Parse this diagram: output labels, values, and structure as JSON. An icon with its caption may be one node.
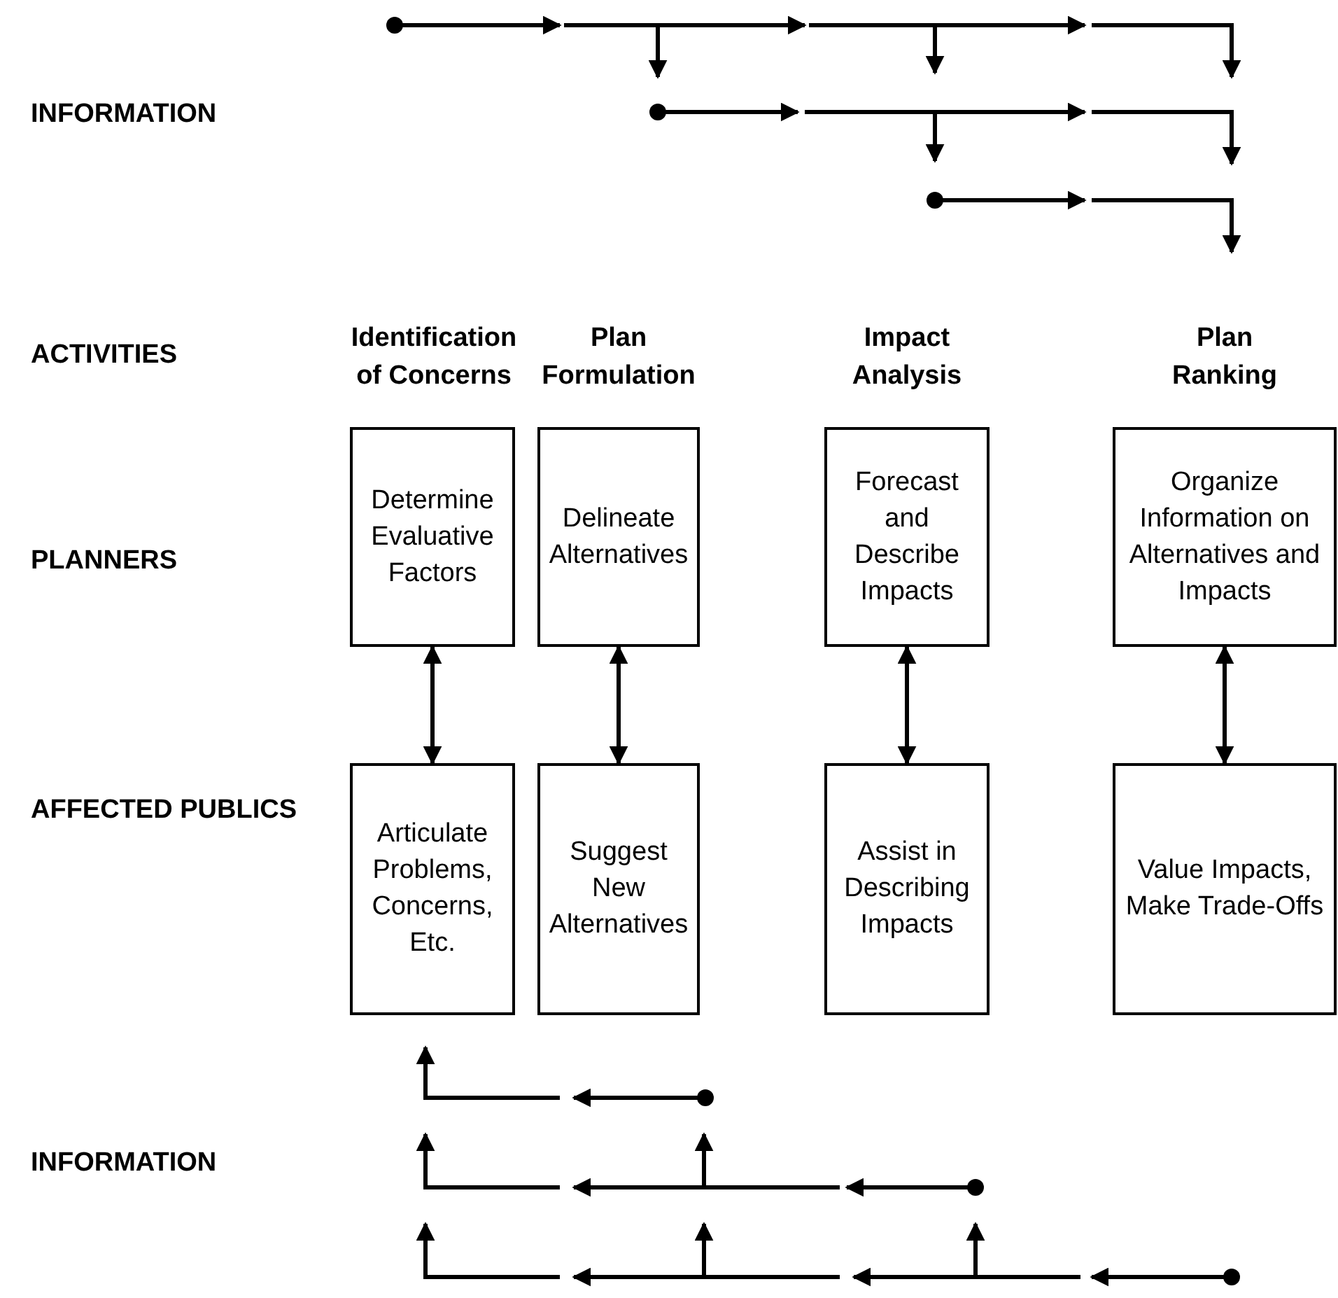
{
  "diagram": {
    "nodes": [
      {
        "text": [
          "Determine Evaluative Factors"
        ]
      },
      {
        "text": [
          "Delineate Alternatives"
        ]
      },
      {
        "text": [
          "Forecast and Describe Impacts"
        ]
      },
      {
        "text": [
          "Organize Information on Alternatives and Impacts"
        ]
      },
      {
        "text": [
          "Articulate Problems, Concerns, Etc."
        ]
      },
      {
        "text": [
          "Suggest New Alternatives"
        ]
      },
      {
        "text": [
          "Assist in Describing Impacts"
        ]
      },
      {
        "text": [
          "Value Impacts, Make Trade-Offs"
        ]
      }
    ],
    "edges": [
      {
        "from": 0,
        "to": 4,
        "arrow": "both"
      },
      {
        "from": 1,
        "to": 5,
        "arrow": "both"
      },
      {
        "from": 2,
        "to": 6,
        "arrow": "both"
      },
      {
        "from": 3,
        "to": 7,
        "arrow": "both"
      }
    ],
    "labels": [
      "INFORMATION",
      "ACTIVITIES",
      "Identification of Concerns",
      "Plan Formulation",
      "Impact Analysis",
      "Plan Ranking",
      "PLANNERS",
      "AFFECTED PUBLICS",
      "INFORMATION"
    ]
  }
}
